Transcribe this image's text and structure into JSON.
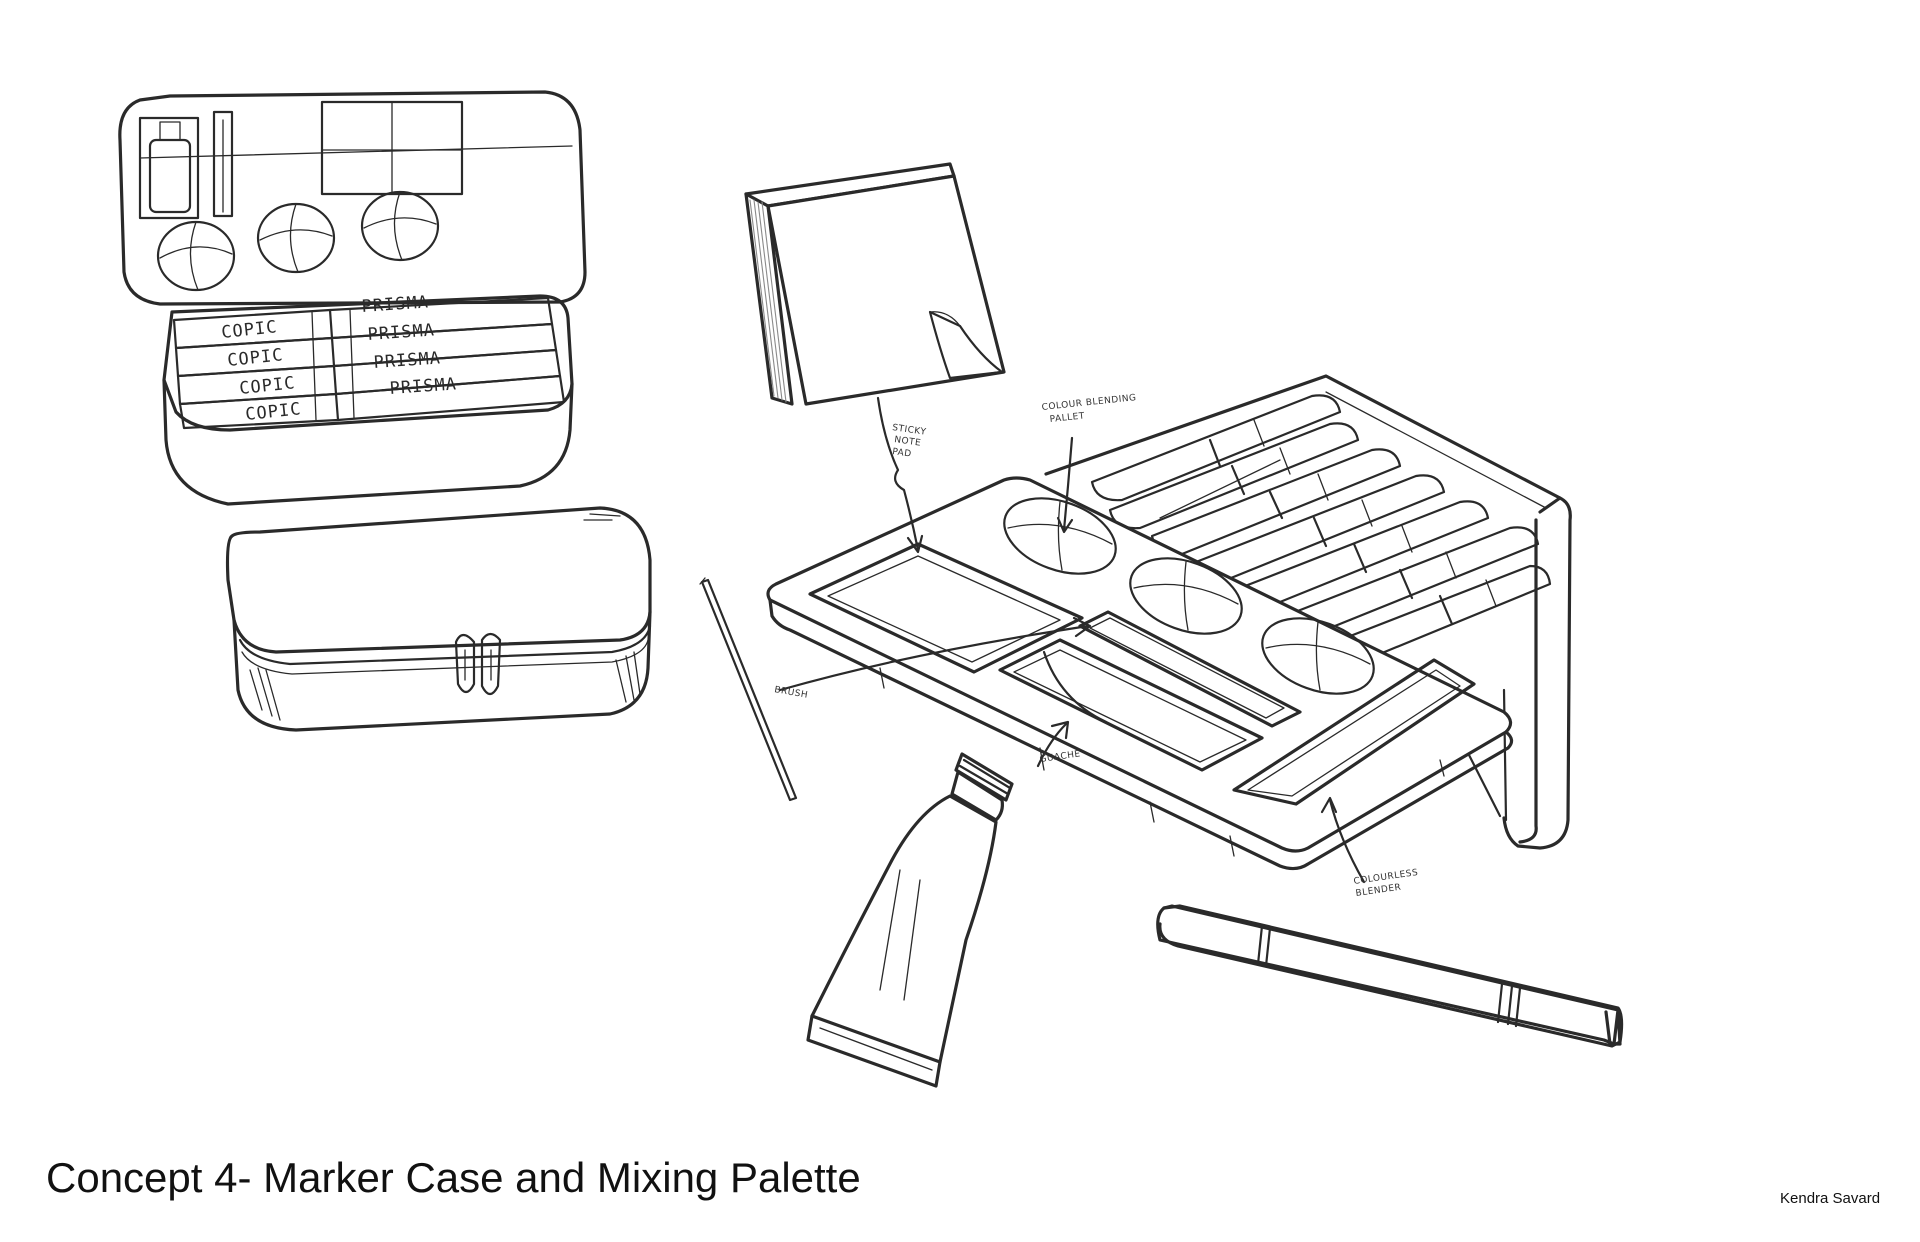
{
  "title": "Concept 4- Marker Case and Mixing Palette",
  "author": "Kendra Savard",
  "case_labels": {
    "copic": [
      "COPIC",
      "COPIC",
      "COPIC",
      "COPIC"
    ],
    "prisma": [
      "PRISMA",
      "PRISMA",
      "PRISMA",
      "PRISMA"
    ]
  },
  "annotations": {
    "sticky_note_pad": [
      "STICKY",
      "NOTE",
      "PAD"
    ],
    "colour_blending_pallet": [
      "COLOUR BLENDING",
      "PALLET"
    ],
    "brush": "BRUSH",
    "guache": "GUACHE",
    "colourless_blender": [
      "COLOURLESS",
      "BLENDER"
    ]
  }
}
